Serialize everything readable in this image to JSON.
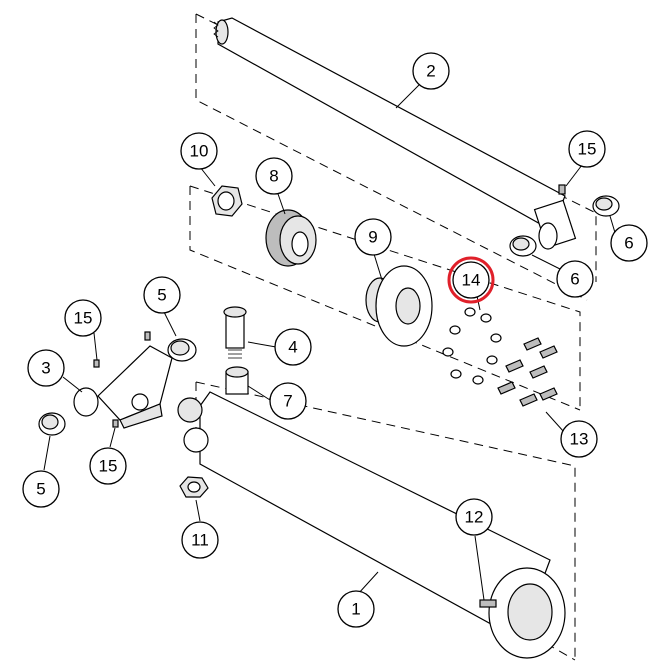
{
  "diagram": {
    "callouts": [
      {
        "id": "c2",
        "label": "2",
        "highlight": false
      },
      {
        "id": "c15a",
        "label": "15",
        "highlight": false
      },
      {
        "id": "c10",
        "label": "10",
        "highlight": false
      },
      {
        "id": "c8",
        "label": "8",
        "highlight": false
      },
      {
        "id": "c9",
        "label": "9",
        "highlight": false
      },
      {
        "id": "c14",
        "label": "14",
        "highlight": true
      },
      {
        "id": "c6a",
        "label": "6",
        "highlight": false
      },
      {
        "id": "c6b",
        "label": "6",
        "highlight": false
      },
      {
        "id": "c15b",
        "label": "15",
        "highlight": false
      },
      {
        "id": "c5a",
        "label": "5",
        "highlight": false
      },
      {
        "id": "c3",
        "label": "3",
        "highlight": false
      },
      {
        "id": "c4",
        "label": "4",
        "highlight": false
      },
      {
        "id": "c7",
        "label": "7",
        "highlight": false
      },
      {
        "id": "c13",
        "label": "13",
        "highlight": false
      },
      {
        "id": "c5b",
        "label": "5",
        "highlight": false
      },
      {
        "id": "c15c",
        "label": "15",
        "highlight": false
      },
      {
        "id": "c11",
        "label": "11",
        "highlight": false
      },
      {
        "id": "c12",
        "label": "12",
        "highlight": false
      },
      {
        "id": "c1",
        "label": "1",
        "highlight": false
      }
    ],
    "colors": {
      "line": "#000000",
      "highlight": "#e0202a",
      "background": "#ffffff"
    }
  }
}
